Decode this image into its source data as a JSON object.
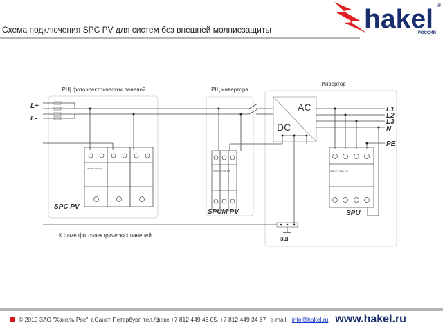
{
  "header": {
    "title": "Схема подключения SPC PV  для систем без внешней молниезащиты",
    "logo_text": "hakel",
    "logo_sub": "РОССИЯ",
    "logo_reg": "®"
  },
  "diagram": {
    "panel1_label": "РЩ фотоэлектрических панелей",
    "panel2_label": "РЩ инвертора",
    "inverter_label": "Инвертор",
    "lplus": "L+",
    "lminus": "L-",
    "ac": "AC",
    "dc": "DC",
    "l1": "L1",
    "l2": "L2",
    "l3": "L3",
    "n": "N",
    "pe": "PE",
    "spc_label": "SPC PV",
    "spum_label": "SPUM PV",
    "spu_label": "SPU",
    "spc_model": "SPC PV 1000 DS",
    "spum_model": "SPUM PV 500 DS",
    "spu_model": "SPU 3-280 DS",
    "ground_label": "ЗШ",
    "frame_label": "К раме фотоэлектрических панелей"
  },
  "footer": {
    "copyright": "© 2010 ЗАО \"Хакель Рос\", г.Санкт-Петербург, тел./факс:+7 812 449 46 05, +7 812 449 34 67",
    "email_label": "e-mail:",
    "email": "info@hakel.ru",
    "website": "www.hakel.ru"
  }
}
